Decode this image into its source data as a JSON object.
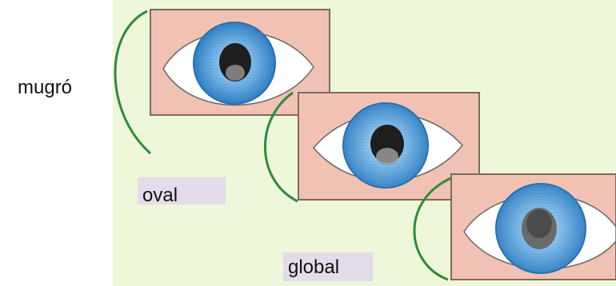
{
  "labels": {
    "mugro": "mugró",
    "oval": "oval",
    "global": "global"
  },
  "colors": {
    "background_panel": "#eef7d9",
    "frame_fill": "#f1c2b3",
    "frame_border": "#7a6a5c",
    "sclera": "#ffffff",
    "iris": "#3f8fd0",
    "iris_light": "#8fc6ee",
    "pupil": "#1a1a1a",
    "curve": "#2e8b3a",
    "label_box": "#e4dcea"
  },
  "eyes": [
    {
      "name": "eye-1"
    },
    {
      "name": "eye-2"
    },
    {
      "name": "eye-3"
    }
  ]
}
